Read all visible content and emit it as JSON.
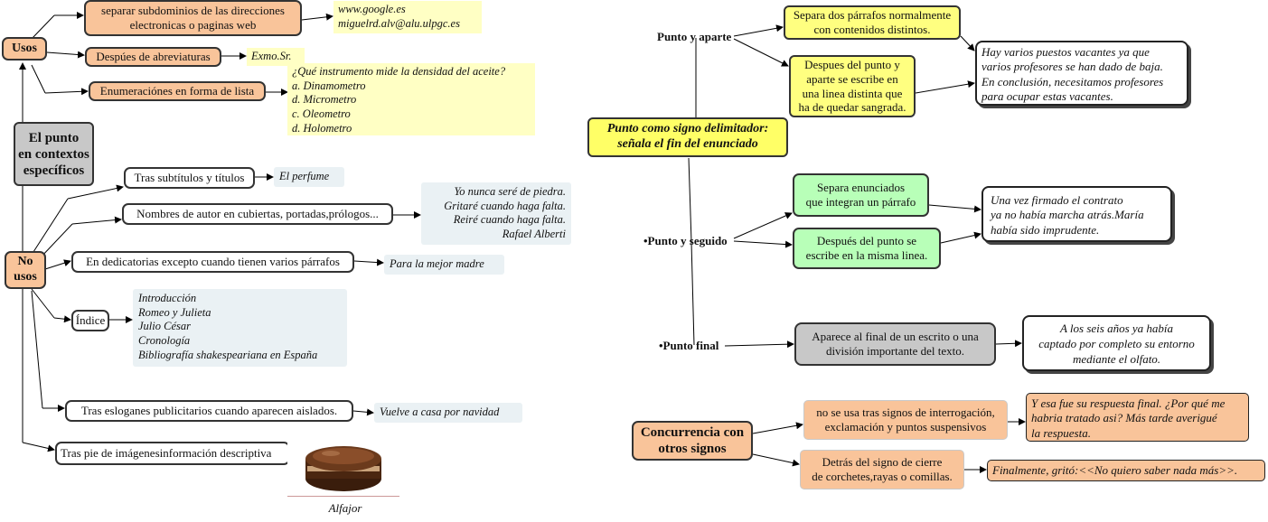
{
  "left": {
    "center": "El punto\nen contextos\nespecíficos",
    "usos": {
      "label": "Usos",
      "items": [
        {
          "text": "separar subdominios de las direcciones\nelectronicas o paginas web",
          "example": "www.google.es\nmiguelrd.alv@alu.ulpgc.es"
        },
        {
          "text": "Despúes de abreviaturas",
          "example": "Exmo.Sr."
        },
        {
          "text": "Enumeraciónes en forma de lista",
          "example": "¿Qué instrumento mide la densidad del aceite?\na. Dinamometro\nd. Micrometro\nc. Oleometro\nd. Holometro"
        }
      ]
    },
    "no_usos": {
      "label": "No\nusos",
      "items": [
        {
          "text": "Tras subtítulos y títulos",
          "example": "El perfume"
        },
        {
          "text": "Nombres de autor en cubiertas, portadas,prólogos...",
          "example": "Yo nunca seré de piedra.\nGritaré cuando haga falta.\nReiré cuando haga falta.",
          "author": "Rafael Alberti"
        },
        {
          "text": "En dedicatorias excepto cuando tienen varios párrafos",
          "example": "Para la mejor madre"
        },
        {
          "text": "Índice",
          "example": "Introducción\nRomeo y Julieta\nJulio César\nCronología\nBibliografía shakespeariana en España"
        },
        {
          "text": "Tras esloganes publicitarios cuando aparecen aislados.",
          "example": "Vuelve a casa por navidad"
        },
        {
          "text": "Tras pie de imágenesinformación descriptiva",
          "image_caption": "Alfajor"
        }
      ]
    }
  },
  "right": {
    "title": "Punto como signo delimitador:\nseñala el fin del enunciado",
    "punto_aparte": {
      "label": "Punto y aparte",
      "boxes": [
        "Separa dos párrafos normalmente\ncon contenidos distintos.",
        "Despues del punto y\naparte se escribe en\nuna linea distinta que\nha de quedar sangrada."
      ],
      "example": "Hay varios puestos vacantes ya que\nvarios profesores se han dado de baja.\n En conclusión, necesitamos profesores\npara ocupar estas vacantes."
    },
    "punto_seguido": {
      "label": "•Punto y seguido",
      "boxes": [
        "Separa enunciados\nque integran un párrafo",
        "Después del punto se\nescribe en la misma linea."
      ],
      "example": "Una vez firmado el contrato\n ya no había marcha atrás.María\nhabía sido imprudente."
    },
    "punto_final": {
      "label": "•Punto final",
      "box": "Aparece al final de un escrito o una\ndivisión importante del texto.",
      "example": "A los seis años ya había\ncaptado por completo su entorno\nmediante el olfato."
    },
    "concurrencia": {
      "label": "Concurrencia con\notros signos",
      "boxes": [
        "no se usa tras signos de interrogación,\nexclamación y puntos suspensivos",
        "Detrás del signo de cierre\nde corchetes,rayas o comillas."
      ],
      "examples": [
        "Y esa fue su respuesta final. ¿Por qué me\nhabria tratado asi? Más tarde averigué\n la respuesta.",
        "Finalmente, gritó:<<No quiero saber nada más>>."
      ]
    }
  },
  "colors": {
    "orange": "#f9c49a",
    "yellow": "#ffff80",
    "green": "#b8ffb8",
    "grey": "#c8c8c8",
    "note_yellow": "#ffffc4",
    "note_blue": "#eaf1f4"
  }
}
